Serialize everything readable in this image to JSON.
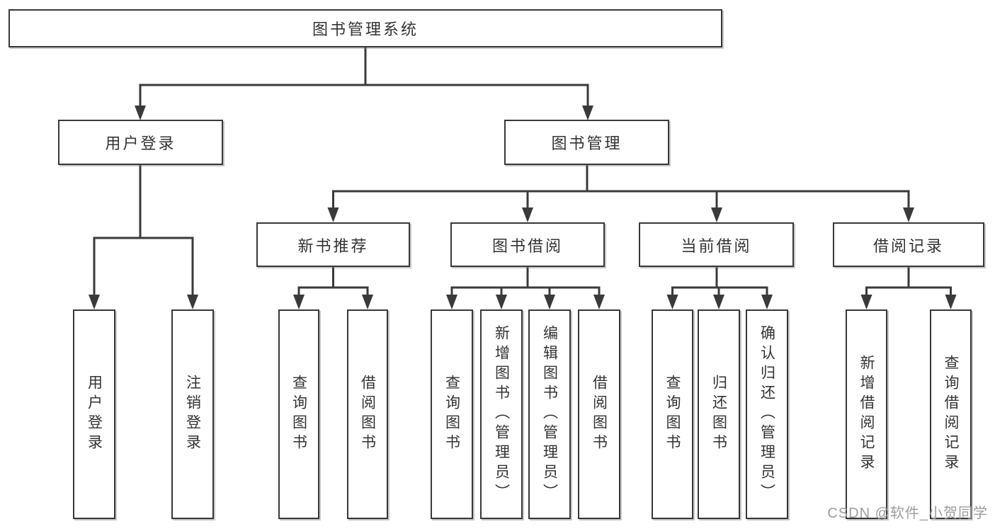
{
  "tree": {
    "root": "图书管理系统",
    "branches": [
      {
        "label": "用户登录",
        "children": [
          "用户登录",
          "注销登录"
        ]
      },
      {
        "label": "图书管理",
        "groups": [
          {
            "label": "新书推荐",
            "children": [
              "查询图书",
              "借阅图书"
            ]
          },
          {
            "label": "图书借阅",
            "children": [
              "查询图书",
              "新增图书（管理员）",
              "编辑图书（管理员）",
              "借阅图书"
            ]
          },
          {
            "label": "当前借阅",
            "children": [
              "查询图书",
              "归还图书",
              "确认归还（管理员）"
            ]
          },
          {
            "label": "借阅记录",
            "children": [
              "新增借阅记录",
              "查询借阅记录"
            ]
          }
        ]
      }
    ]
  },
  "watermark": "CSDN @软件_小贺同学",
  "colors": {
    "line": "#3a3a3a",
    "box_border": "#383838",
    "text": "#333333",
    "watermark": "#9d9d9d",
    "background": "#ffffff"
  }
}
